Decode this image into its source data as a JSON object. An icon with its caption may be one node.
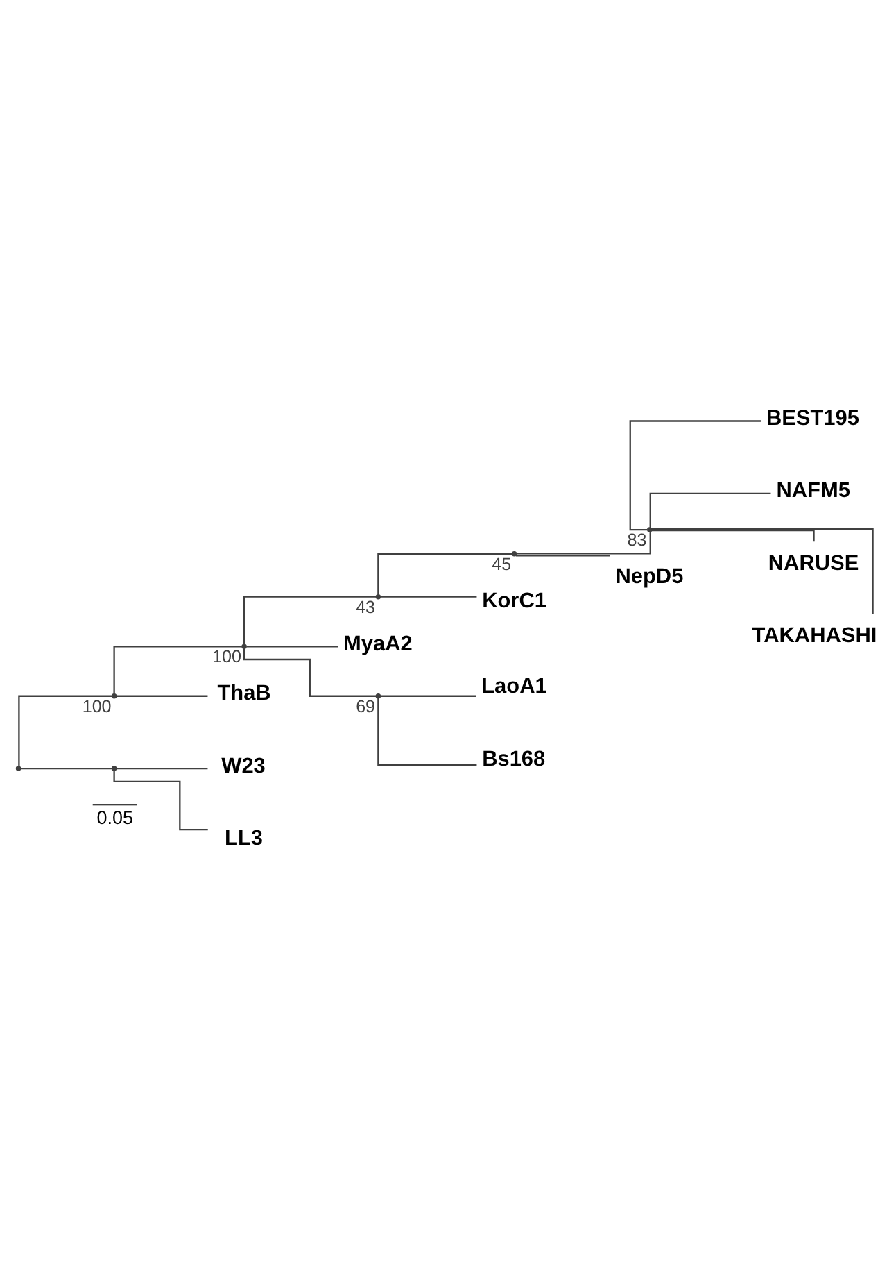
{
  "diagram": {
    "nodes": [
      {
        "text": [],
        "shape": "point"
      },
      {
        "text": [],
        "shape": "point",
        "beside": [
          "100"
        ]
      },
      {
        "text": [],
        "shape": "point",
        "beside": [
          "100"
        ]
      },
      {
        "text": [],
        "shape": "point",
        "beside": [
          "43"
        ]
      },
      {
        "text": [],
        "shape": "point",
        "beside": [
          "45"
        ]
      },
      {
        "text": [],
        "shape": "point",
        "beside": [
          "83"
        ]
      },
      {
        "text": [
          "BEST195"
        ]
      },
      {
        "text": [
          "NAFM5"
        ]
      },
      {
        "text": [
          "NARUSE"
        ]
      },
      {
        "text": [
          "TAKAHASHI"
        ]
      },
      {
        "text": [
          "NepD5"
        ]
      },
      {
        "text": [
          "KorC1"
        ]
      },
      {
        "text": [
          "MyaA2"
        ]
      },
      {
        "text": [],
        "shape": "point",
        "beside": [
          "69"
        ]
      },
      {
        "text": [
          "LaoA1"
        ]
      },
      {
        "text": [
          "Bs168"
        ]
      },
      {
        "text": [
          "ThaB"
        ]
      },
      {
        "text": [],
        "shape": "point"
      },
      {
        "text": [
          "W23"
        ]
      },
      {
        "text": [
          "LL3"
        ]
      }
    ],
    "edges": [
      {
        "from": 0,
        "to": 1,
        "arrow": "none"
      },
      {
        "from": 0,
        "to": 17,
        "arrow": "none"
      },
      {
        "from": 1,
        "to": 2,
        "arrow": "none"
      },
      {
        "from": 1,
        "to": 16,
        "arrow": "none"
      },
      {
        "from": 2,
        "to": 3,
        "arrow": "none"
      },
      {
        "from": 2,
        "to": 12,
        "arrow": "none"
      },
      {
        "from": 2,
        "to": 13,
        "arrow": "none"
      },
      {
        "from": 3,
        "to": 4,
        "arrow": "none"
      },
      {
        "from": 3,
        "to": 11,
        "arrow": "none"
      },
      {
        "from": 4,
        "to": 5,
        "arrow": "none"
      },
      {
        "from": 4,
        "to": 10,
        "arrow": "none"
      },
      {
        "from": 5,
        "to": 6,
        "arrow": "none"
      },
      {
        "from": 5,
        "to": 7,
        "arrow": "none"
      },
      {
        "from": 5,
        "to": 8,
        "arrow": "none"
      },
      {
        "from": 5,
        "to": 9,
        "arrow": "none"
      },
      {
        "from": 13,
        "to": 14,
        "arrow": "none"
      },
      {
        "from": 13,
        "to": 15,
        "arrow": "none"
      },
      {
        "from": 17,
        "to": 18,
        "arrow": "none"
      },
      {
        "from": 17,
        "to": 19,
        "arrow": "none"
      }
    ],
    "labels": [
      "0.05"
    ]
  }
}
